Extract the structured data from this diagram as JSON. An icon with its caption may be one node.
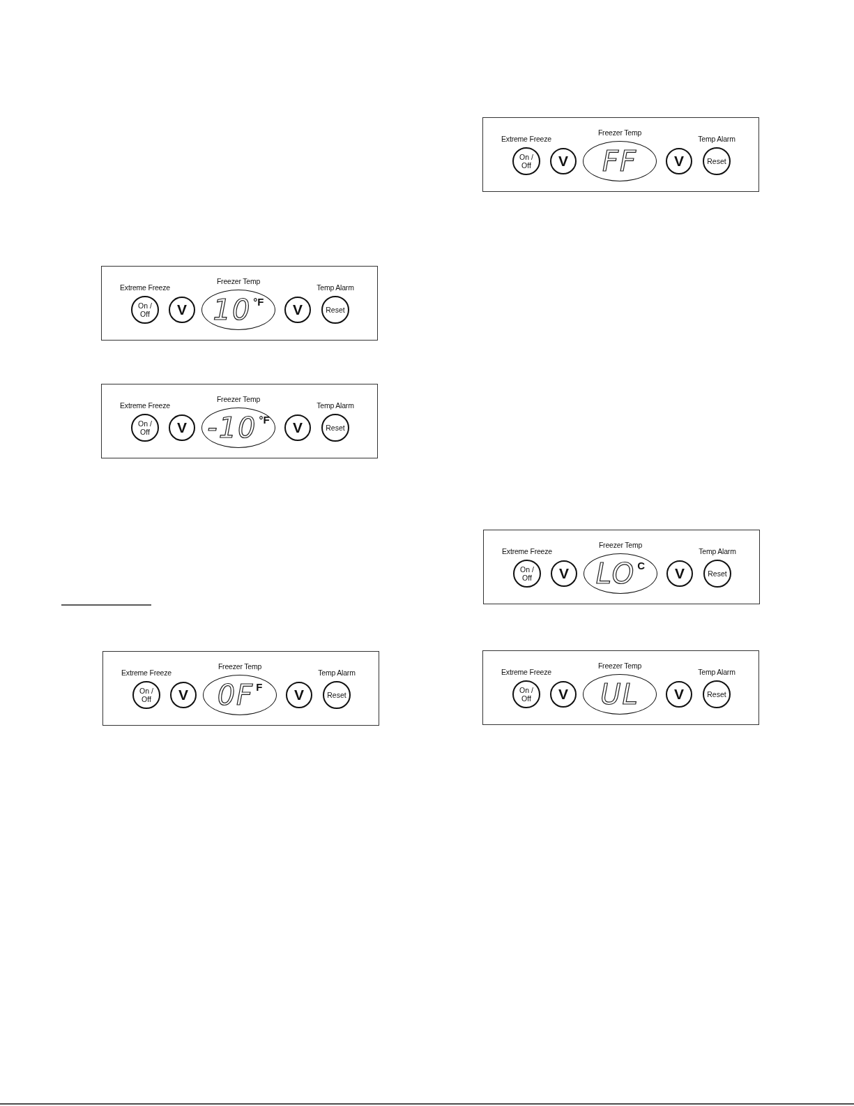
{
  "diagram": {
    "nodes": [
      {
        "text": [],
        "shape": "box"
      },
      {
        "text": [
          "On / Off"
        ],
        "beside": [
          "Extreme Freeze"
        ],
        "in": 0
      },
      {
        "text": [
          "V"
        ],
        "in": 0
      },
      {
        "text": [
          "FF"
        ],
        "beside": [
          "Freezer Temp"
        ],
        "in": 0
      },
      {
        "text": [
          "V"
        ],
        "in": 0
      },
      {
        "text": [
          "Reset"
        ],
        "beside": [
          "Temp Alarm"
        ],
        "in": 0
      },
      {
        "text": [],
        "shape": "box"
      },
      {
        "text": [
          "On / Off"
        ],
        "beside": [
          "Extreme Freeze"
        ],
        "in": 6
      },
      {
        "text": [
          "V"
        ],
        "in": 6
      },
      {
        "text": [
          "10",
          "°F"
        ],
        "beside": [
          "Freezer Temp"
        ],
        "in": 6
      },
      {
        "text": [
          "V"
        ],
        "in": 6
      },
      {
        "text": [
          "Reset"
        ],
        "beside": [
          "Temp Alarm"
        ],
        "in": 6
      },
      {
        "text": [],
        "shape": "box"
      },
      {
        "text": [
          "On / Off"
        ],
        "beside": [
          "Extreme Freeze"
        ],
        "in": 12
      },
      {
        "text": [
          "V"
        ],
        "in": 12
      },
      {
        "text": [
          "-10",
          "°F"
        ],
        "beside": [
          "Freezer Temp"
        ],
        "in": 12
      },
      {
        "text": [
          "V"
        ],
        "in": 12
      },
      {
        "text": [
          "Reset"
        ],
        "beside": [
          "Temp Alarm"
        ],
        "in": 12
      },
      {
        "text": [],
        "shape": "box"
      },
      {
        "text": [
          "On / Off"
        ],
        "beside": [
          "Extreme Freeze"
        ],
        "in": 18
      },
      {
        "text": [
          "V"
        ],
        "in": 18
      },
      {
        "text": [
          "LO",
          "C"
        ],
        "beside": [
          "Freezer Temp"
        ],
        "in": 18
      },
      {
        "text": [
          "V"
        ],
        "in": 18
      },
      {
        "text": [
          "Reset"
        ],
        "beside": [
          "Temp Alarm"
        ],
        "in": 18
      },
      {
        "text": [],
        "shape": "box"
      },
      {
        "text": [
          "On / Off"
        ],
        "beside": [
          "Extreme Freeze"
        ],
        "in": 24
      },
      {
        "text": [
          "V"
        ],
        "in": 24
      },
      {
        "text": [
          "0F",
          "F"
        ],
        "beside": [
          "Freezer Temp"
        ],
        "in": 24
      },
      {
        "text": [
          "V"
        ],
        "in": 24
      },
      {
        "text": [
          "Reset"
        ],
        "beside": [
          "Temp Alarm"
        ],
        "in": 24
      },
      {
        "text": [],
        "shape": "box"
      },
      {
        "text": [
          "On / Off"
        ],
        "beside": [
          "Extreme Freeze"
        ],
        "in": 30
      },
      {
        "text": [
          "V"
        ],
        "in": 30
      },
      {
        "text": [
          "UL"
        ],
        "beside": [
          "Freezer Temp"
        ],
        "in": 30
      },
      {
        "text": [
          "V"
        ],
        "in": 30
      },
      {
        "text": [
          "Reset"
        ],
        "beside": [
          "Temp Alarm"
        ],
        "in": 30
      }
    ]
  }
}
